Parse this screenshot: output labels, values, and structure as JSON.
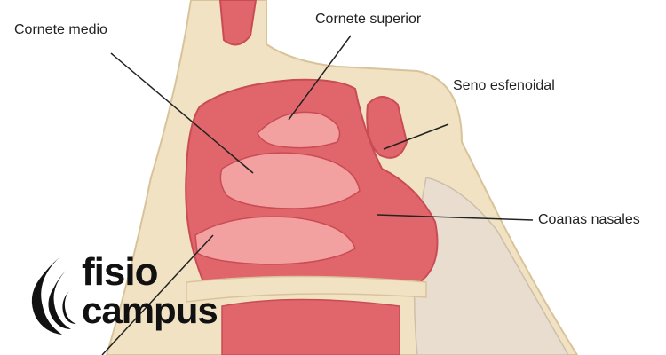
{
  "labels": {
    "cornete_medio": "Cornete medio",
    "cornete_superior": "Cornete superior",
    "seno_esfenoidal": "Seno esfenoidal",
    "coanas_nasales": "Coanas nasales"
  },
  "logo": {
    "line1": "fisio",
    "line2": "campus"
  },
  "colors": {
    "mucosa": "#e0666b",
    "mucosa_light": "#f3a0a0",
    "mucosa_dark": "#c94c55",
    "bone": "#f1e2c4",
    "bone_dark": "#d9c39a",
    "pharynx": "#e9ddd0",
    "leader": "#222222",
    "logo": "#111111"
  }
}
